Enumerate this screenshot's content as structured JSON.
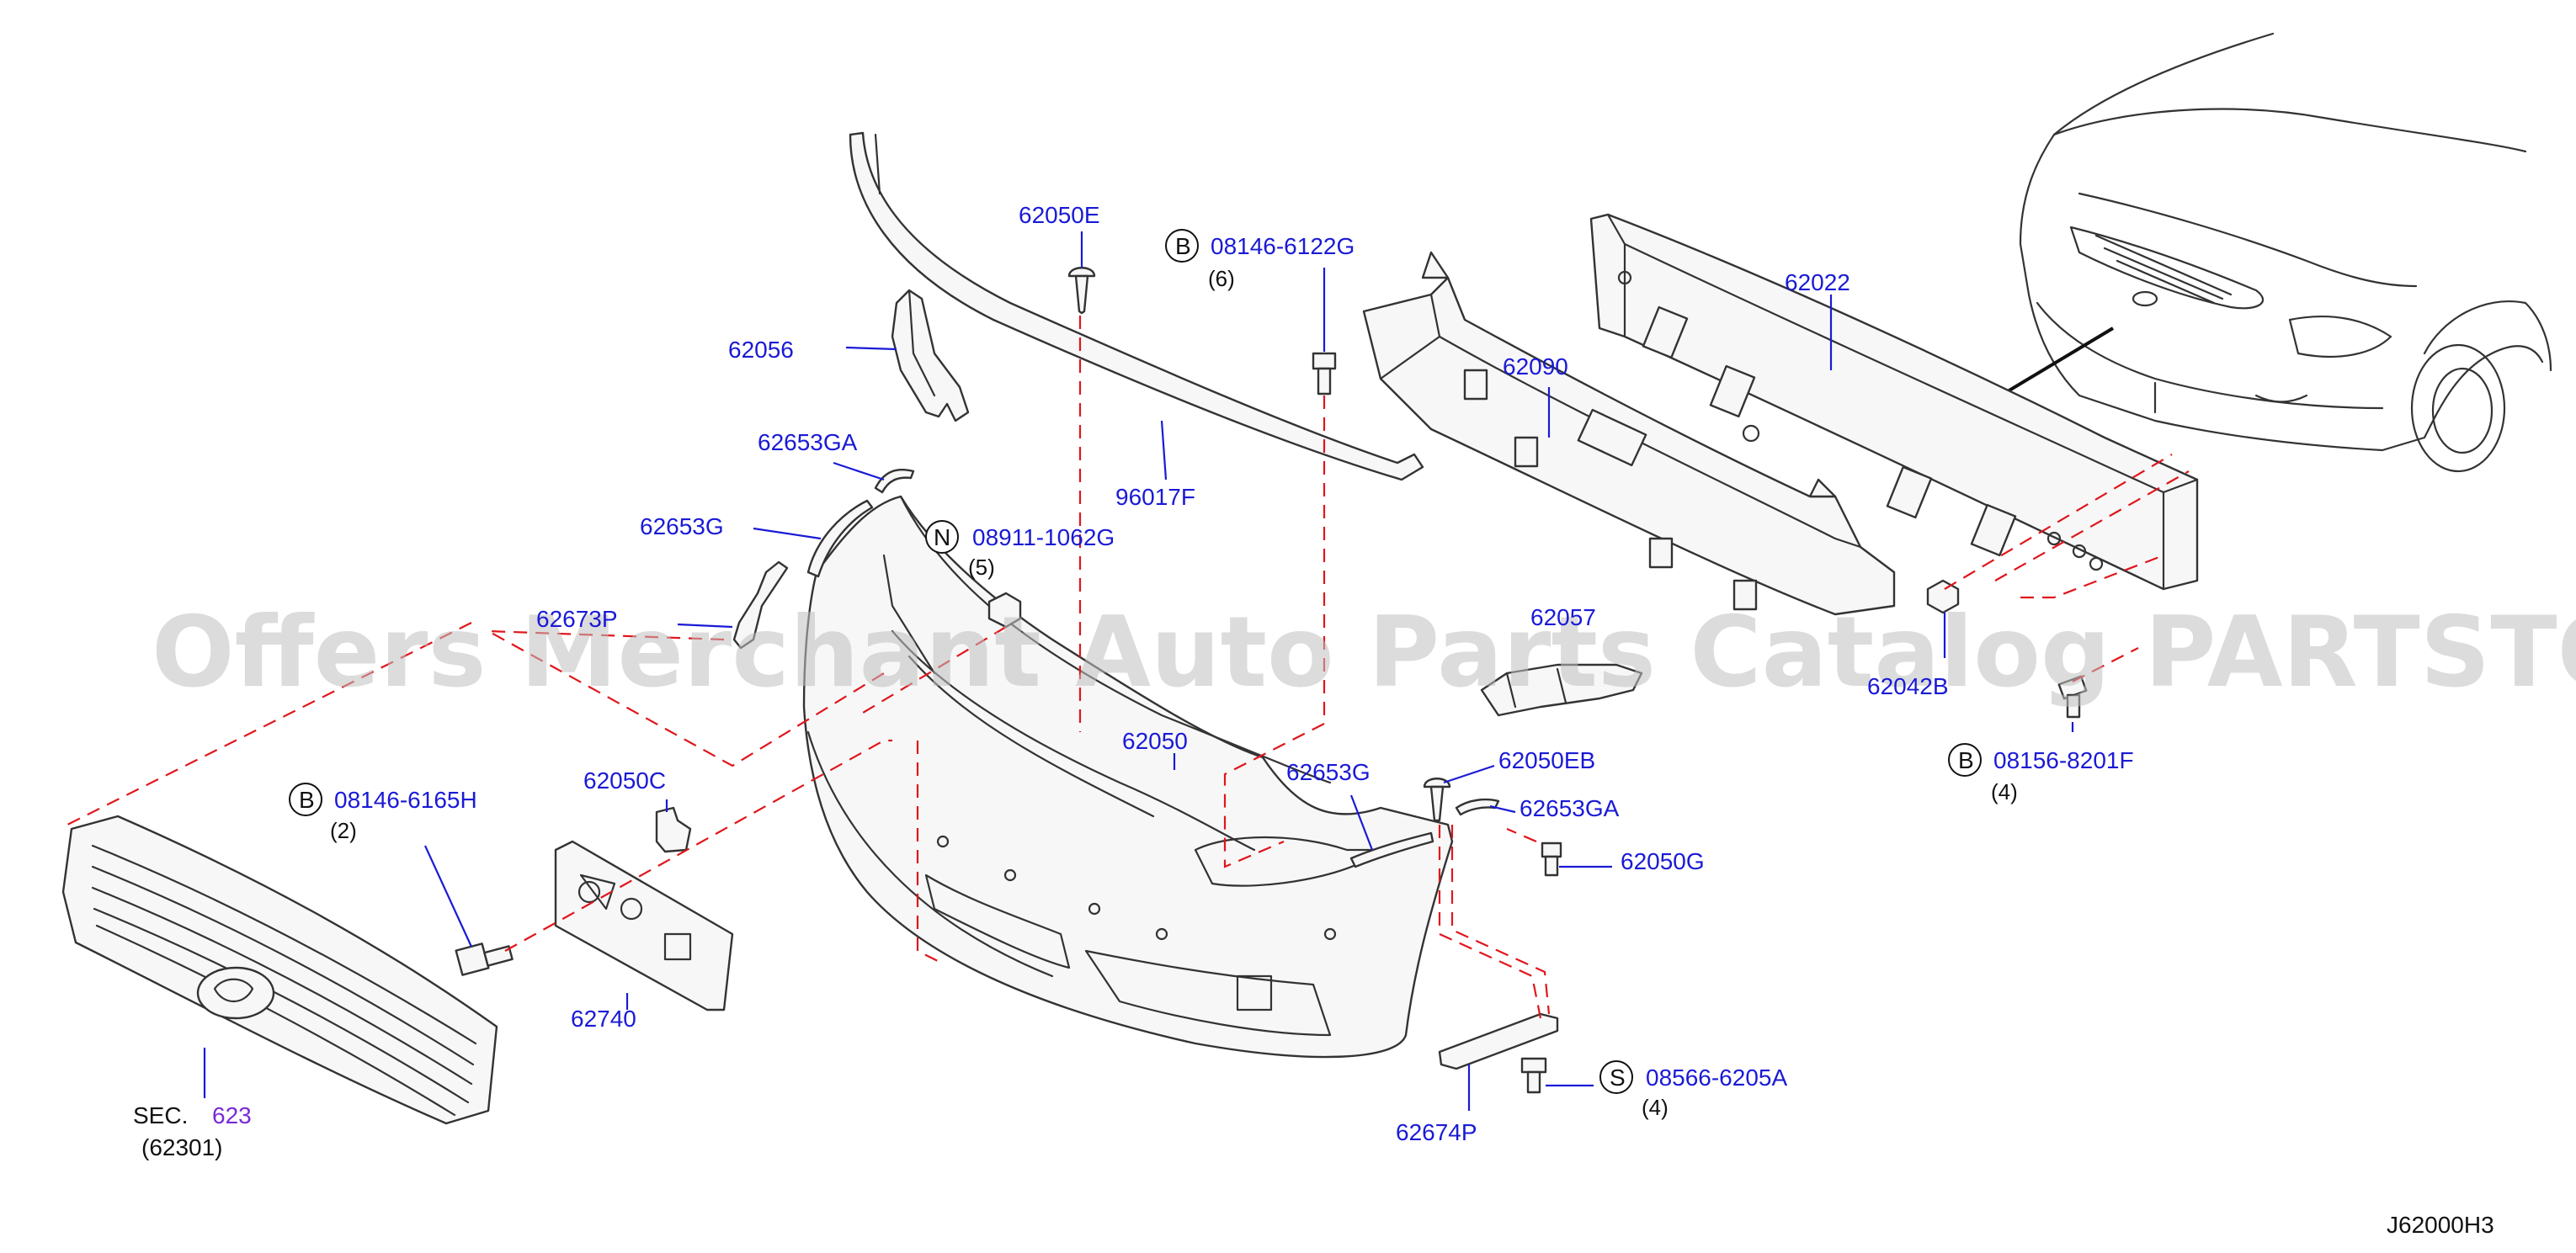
{
  "diagram_code": "J62000H3",
  "watermark": "Offers Merchant Auto Parts Catalog PARTSTORE.SA",
  "parts": [
    {
      "id": "p62050E",
      "number": "62050E"
    },
    {
      "id": "p08146_6122G",
      "prefix": "B",
      "number": "08146-6122G",
      "qty": "(6)"
    },
    {
      "id": "p62056",
      "number": "62056"
    },
    {
      "id": "p62022",
      "number": "62022"
    },
    {
      "id": "p62090",
      "number": "62090"
    },
    {
      "id": "p62653GA_top",
      "number": "62653GA"
    },
    {
      "id": "p96017F",
      "number": "96017F"
    },
    {
      "id": "p62653G_left",
      "number": "62653G"
    },
    {
      "id": "p08911_1062G",
      "prefix": "N",
      "number": "08911-1062G",
      "qty": "(5)"
    },
    {
      "id": "p62673P",
      "number": "62673P"
    },
    {
      "id": "p62057",
      "number": "62057"
    },
    {
      "id": "p62042B",
      "number": "62042B"
    },
    {
      "id": "p62050",
      "number": "62050"
    },
    {
      "id": "p08156_8201F",
      "prefix": "B",
      "number": "08156-8201F",
      "qty": "(4)"
    },
    {
      "id": "p62050C",
      "number": "62050C"
    },
    {
      "id": "p62653G_right",
      "number": "62653G"
    },
    {
      "id": "p62050EB",
      "number": "62050EB"
    },
    {
      "id": "p08146_6165H",
      "prefix": "B",
      "number": "08146-6165H",
      "qty": "(2)"
    },
    {
      "id": "p62653GA_right",
      "number": "62653GA"
    },
    {
      "id": "p62050G",
      "number": "62050G"
    },
    {
      "id": "p62740",
      "number": "62740"
    },
    {
      "id": "p08566_6205A",
      "prefix": "S",
      "number": "08566-6205A",
      "qty": "(4)"
    },
    {
      "id": "p62674P",
      "number": "62674P"
    }
  ],
  "section_ref": {
    "label": "SEC.",
    "number": "623",
    "sub": "(62301)"
  }
}
